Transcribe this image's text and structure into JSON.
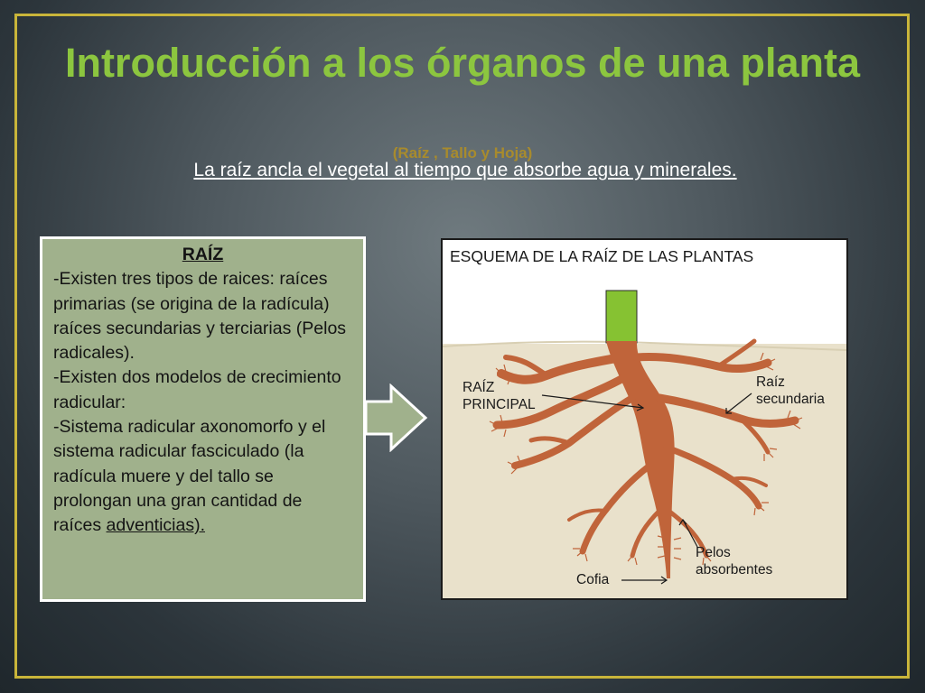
{
  "slide": {
    "title": "Introducción a los órganos de una planta",
    "subtitle": "(Raíz , Tallo y Hoja)",
    "lead_text": "La raíz ancla el vegetal al tiempo que absorbe agua y minerales."
  },
  "text_box": {
    "heading": "RAÍZ",
    "line_1": "-Existen tres tipos de raices: raíces primarias (se origina de la radícula) raíces secundarias y terciarias (Pelos radicales).",
    "line_2": "-Existen dos modelos de crecimiento radicular:",
    "line_3_main": "-Sistema radicular axonomorfo y el sistema radicular fasciculado (la radícula muere y del tallo se prolongan una gran cantidad de raíces",
    "line_3_link": "adventicias).",
    "line_3_link_spacer": " "
  },
  "diagram": {
    "title": "ESQUEMA DE LA RAÍZ DE LAS PLANTAS",
    "label_main_1": "RAÍZ",
    "label_main_2": "PRINCIPAL",
    "label_secondary_1": "Raíz",
    "label_secondary_2": "secundaria",
    "label_hairs_1": "Pelos",
    "label_hairs_2": "absorbentes",
    "label_cap": "Cofia"
  },
  "colors": {
    "title_green": "#8cc63f",
    "subtitle_gold": "#a88b2d",
    "frame_gold": "#c9b53a",
    "text_box_bg": "#a0b18c",
    "root_brown": "#c0643a",
    "stem_green": "#86c232",
    "soil": "#e9e1cb"
  }
}
